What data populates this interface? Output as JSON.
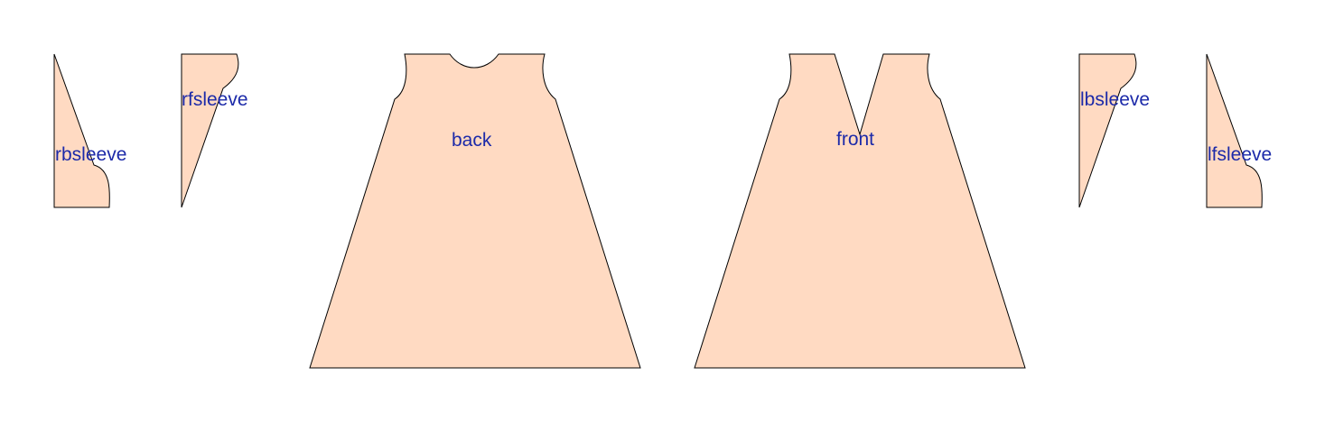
{
  "colors": {
    "background": "#ffffff",
    "piece_fill": "#ffdac2",
    "piece_outline": "#000000",
    "label_text": "#1c2aa9"
  },
  "pieces": [
    {
      "id": "rbsleeve",
      "label": "rbsleeve"
    },
    {
      "id": "rfsleeve",
      "label": "rfsleeve"
    },
    {
      "id": "back",
      "label": "back"
    },
    {
      "id": "front",
      "label": "front"
    },
    {
      "id": "lbsleeve",
      "label": "lbsleeve"
    },
    {
      "id": "lfsleeve",
      "label": "lfsleeve"
    }
  ]
}
